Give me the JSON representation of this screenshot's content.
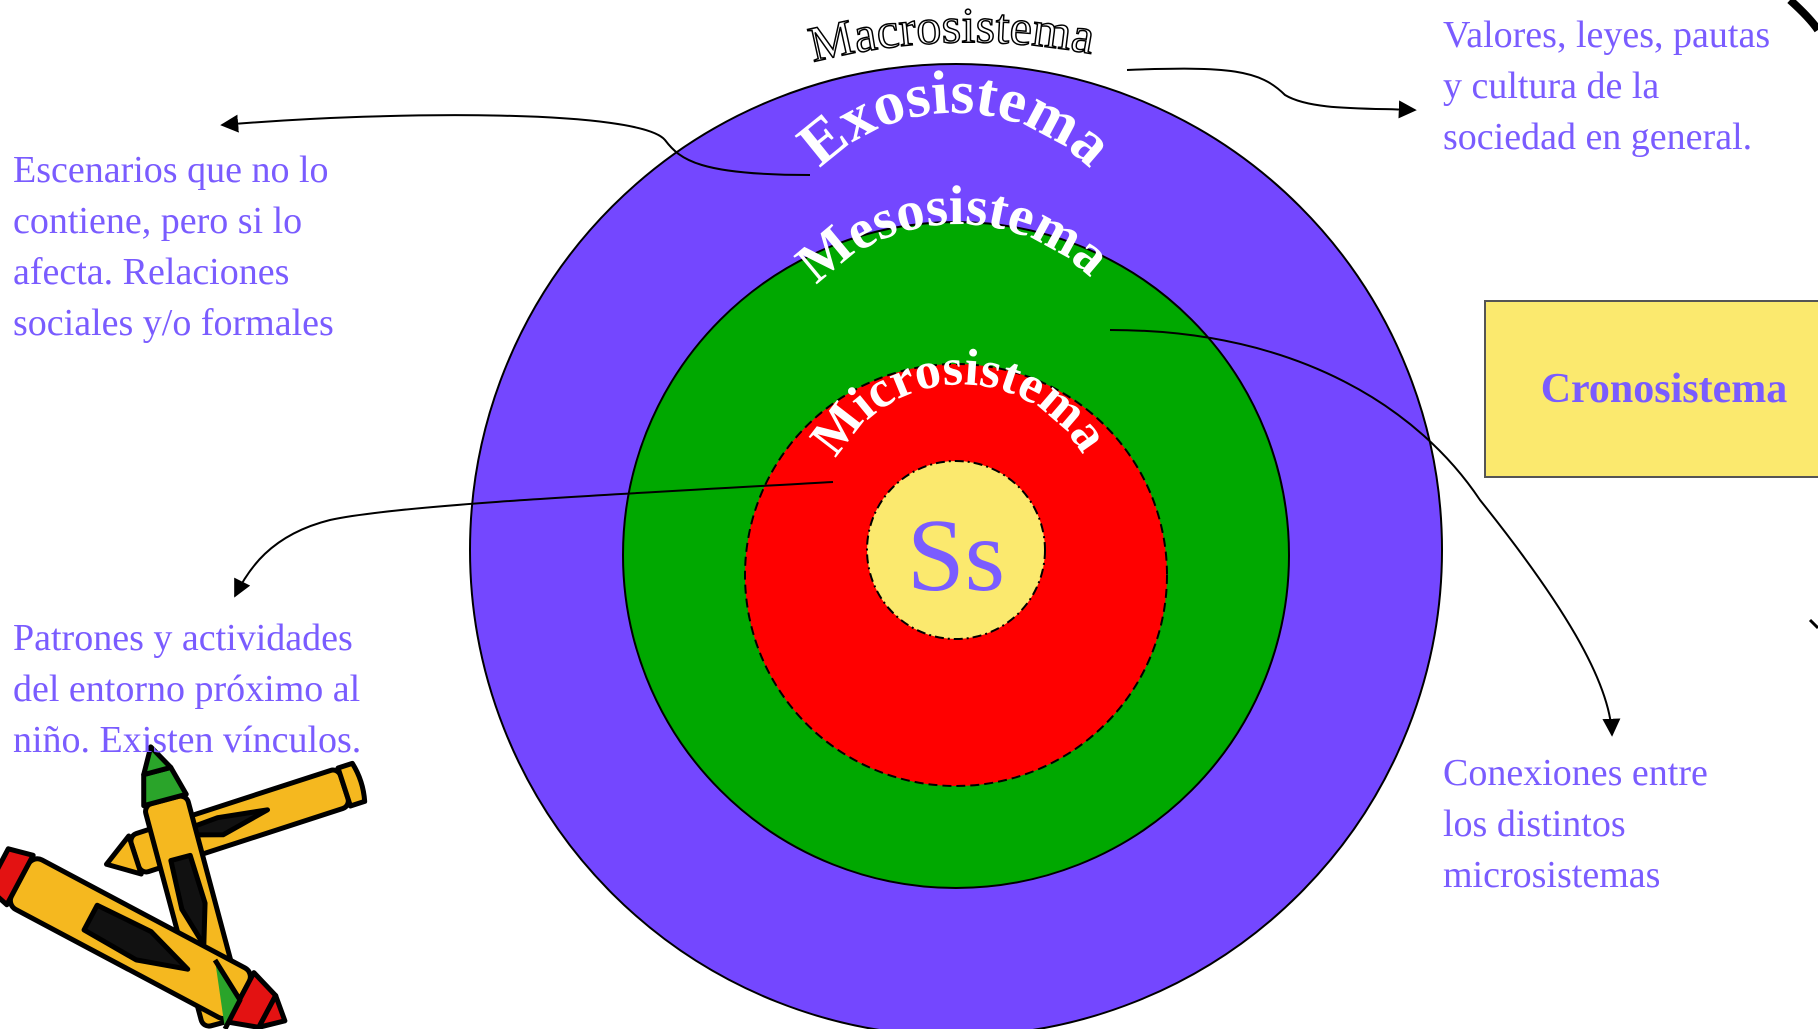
{
  "rings": {
    "macro": {
      "label": "Macrosistema",
      "color": "#ffffff"
    },
    "exo": {
      "label": "Exosistema",
      "color": "#7447ff"
    },
    "meso": {
      "label": "Mesosistema",
      "color": "#00a800"
    },
    "micro": {
      "label": "Microsistema",
      "color": "#ff0000"
    },
    "center": {
      "label": "Ss",
      "color": "#fbe96e"
    }
  },
  "notes": {
    "macro": [
      "Valores, leyes, pautas",
      "y cultura de la",
      "sociedad en general."
    ],
    "exo": [
      "Escenarios que no lo",
      "contiene, pero si lo",
      "afecta. Relaciones",
      "sociales y/o formales"
    ],
    "micro": [
      "Patrones y actividades",
      "del entorno próximo al",
      "niño. Existen vínculos."
    ],
    "meso": [
      "Conexiones entre",
      "los distintos",
      "microsistemas"
    ]
  },
  "crono": {
    "label": "Cronosistema",
    "color": "#fbe96e"
  },
  "colors": {
    "note_text": "#7a5cff"
  },
  "decoration": {
    "icon": "crayons-icon"
  }
}
